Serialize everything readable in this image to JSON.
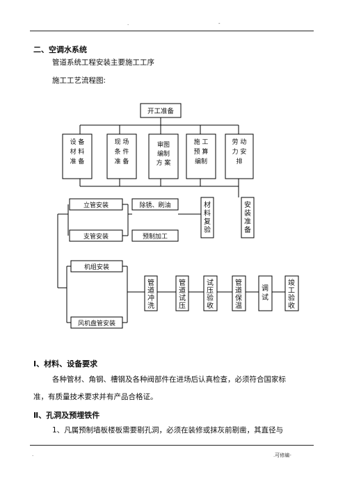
{
  "header": {
    "mark_left": ".",
    "mark_right": "-"
  },
  "section_title": "二、空调水系统",
  "intro_line1": "管道系统工程安装主要施工工序",
  "intro_line2": "施工工艺流程图:",
  "flowchart": {
    "start": "开工准备",
    "prep_boxes": [
      [
        "设 备",
        "材 料",
        "准 备"
      ],
      [
        "现 场",
        "条 件",
        "准 备"
      ],
      [
        "审图",
        "编制",
        "方 案"
      ],
      [
        "施 工",
        "预 算",
        "编制"
      ],
      [
        "劳 动",
        "力 安",
        "排"
      ]
    ],
    "riser": "立管安装",
    "branch": "支管安装",
    "derust": "除锈、刷油",
    "prefab": "预制加工",
    "material_check": [
      "材",
      "料",
      "复",
      "验"
    ],
    "install_prep": [
      "安",
      "装",
      "准",
      "备"
    ],
    "unit_install": "机组安装",
    "fan_coil": "风机盘管安装",
    "process_steps": [
      [
        "管",
        "道",
        "冲",
        "洗"
      ],
      [
        "管",
        "道",
        "试",
        "压"
      ],
      [
        "试",
        "压",
        "验",
        "收"
      ],
      [
        "管",
        "道",
        "保",
        "温"
      ],
      [
        "调",
        "试"
      ],
      [
        "竣",
        "工",
        "验",
        "收"
      ]
    ]
  },
  "s1_title": "Ⅰ、材料、设备要求",
  "s1_line1": "各种管材、角钢、槽钢及各种阀部件在进场后认真检查，必须符合国家标",
  "s1_line2": "准，有质量技术要求并有产品合格证。",
  "s2_title": "Ⅱ、孔洞及预埋铁件",
  "s2_line1": "1、凡属预制墙板楼板需要剔孔洞，必须在装修或抹灰前剔凿，其直径与",
  "footer": {
    "left": ".",
    "right": ".可修编-"
  }
}
